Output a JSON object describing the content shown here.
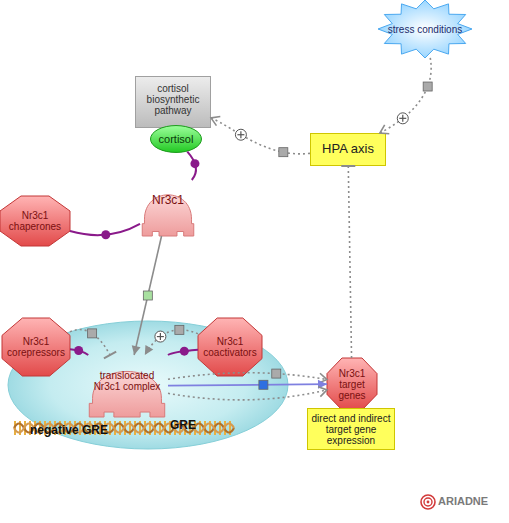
{
  "diagram": {
    "nodes": [
      {
        "text": [
          "stress conditions"
        ]
      },
      {
        "text": [
          "cortisol biosynthetic pathway"
        ]
      },
      {
        "text": [
          "cortisol"
        ]
      },
      {
        "text": [
          "HPA axis"
        ]
      },
      {
        "text": [
          "Nr3c1 chaperones"
        ]
      },
      {
        "text": [
          "Nr3c1"
        ]
      },
      {
        "text": [
          "Nr3c1 corepressors"
        ]
      },
      {
        "text": [
          "Nr3c1 coactivators"
        ]
      },
      {
        "text": [
          "translocated Nr3c1 complex"
        ]
      },
      {
        "text": [
          "Nr3c1 target genes"
        ]
      },
      {
        "text": [
          "direct and indirect target gene expression"
        ]
      }
    ],
    "edges": [
      {
        "from": 0,
        "to": 3,
        "arrow": "to"
      },
      {
        "from": 3,
        "to": 1,
        "arrow": "to"
      },
      {
        "from": 2,
        "to": 5,
        "arrow": "none"
      },
      {
        "from": 4,
        "to": 5,
        "arrow": "none"
      },
      {
        "from": 5,
        "to": 8,
        "arrow": "to"
      },
      {
        "from": 6,
        "to": 8,
        "arrow": "none"
      },
      {
        "from": 6,
        "to": 8,
        "arrow": "to"
      },
      {
        "from": 7,
        "to": 8,
        "arrow": "none"
      },
      {
        "from": 7,
        "to": 8,
        "arrow": "to"
      },
      {
        "from": 8,
        "to": 9,
        "arrow": "to"
      },
      {
        "from": 8,
        "to": 9,
        "arrow": "to"
      },
      {
        "from": 8,
        "to": 9,
        "arrow": "to"
      },
      {
        "from": 9,
        "to": 3,
        "arrow": "to"
      }
    ],
    "labels": [
      "negative GRE",
      "GRE",
      "ARIADNE"
    ]
  }
}
